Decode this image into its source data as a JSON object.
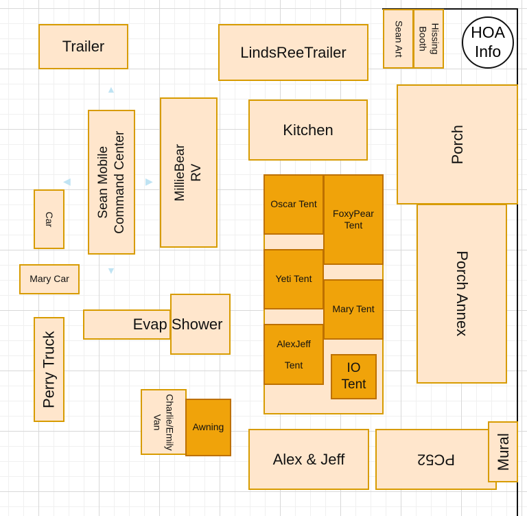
{
  "diagram": {
    "colors": {
      "light_fill": "#ffe6cc",
      "light_stroke": "#d79b00",
      "dark_fill": "#f0a30a",
      "dark_stroke": "#bd7000"
    },
    "shapes": {
      "trailer": "Trailer",
      "linds_ree_trailer": "LindsReeTrailer",
      "sean_art": "Sean Art",
      "hissing_booth": [
        "Hissing",
        "Booth"
      ],
      "hoa_info": [
        "HOA",
        "Info"
      ],
      "porch": "Porch",
      "kitchen": "Kitchen",
      "sean_mobile": [
        "Sean Mobile",
        "Command Center"
      ],
      "milliebear": [
        "MillieBear",
        "RV"
      ],
      "car": "Car",
      "mary_car": "Mary Car",
      "porch_annex": "Porch Annex",
      "oscar_tent": "Oscar Tent",
      "foxypear_tent": [
        "FoxyPear",
        "Tent"
      ],
      "yeti_tent": "Yeti Tent",
      "mary_tent": "Mary Tent",
      "alexjeff_tent": [
        "AlexJeff",
        "Tent"
      ],
      "io_tent": [
        "IO",
        "Tent"
      ],
      "evap_shower": "Evap Shower",
      "perry_truck": "Perry Truck",
      "charlie_emily_van": [
        "Charlie/Emily",
        "Van"
      ],
      "awning": "Awning",
      "alex_jeff": "Alex & Jeff",
      "pc52": "PC52",
      "mural": "Mural"
    }
  }
}
